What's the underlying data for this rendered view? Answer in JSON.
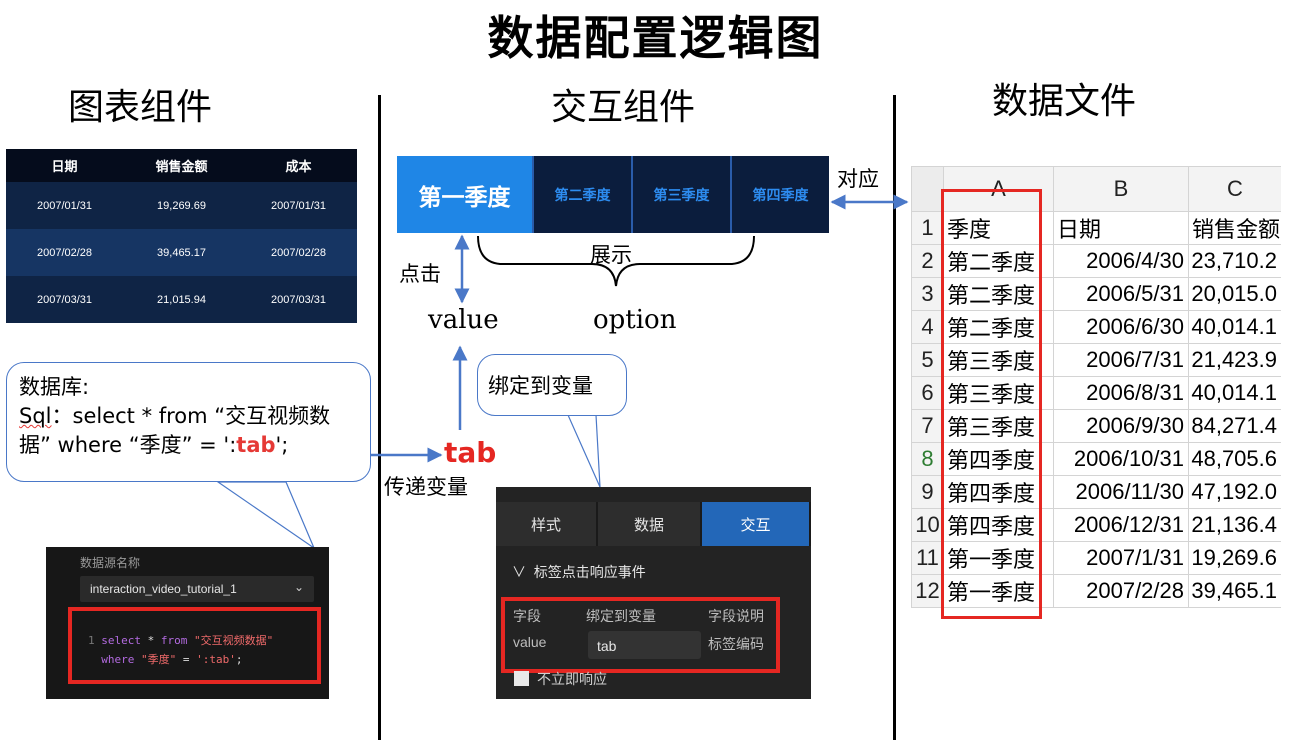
{
  "title": "数据配置逻辑图",
  "sections": {
    "chart": "图表组件",
    "interaction": "交互组件",
    "datafile": "数据文件"
  },
  "chart_table": {
    "headers": [
      "日期",
      "销售金额",
      "成本"
    ],
    "rows": [
      [
        "2007/01/31",
        "19,269.69",
        "2007/01/31"
      ],
      [
        "2007/02/28",
        "39,465.17",
        "2007/02/28"
      ],
      [
        "2007/03/31",
        "21,015.94",
        "2007/03/31"
      ]
    ]
  },
  "tabs": [
    {
      "label": "第一季度",
      "active": true
    },
    {
      "label": "第二季度",
      "active": false
    },
    {
      "label": "第三季度",
      "active": false
    },
    {
      "label": "第四季度",
      "active": false
    }
  ],
  "labels": {
    "correspond": "对应",
    "display": "展示",
    "click": "点击",
    "value": "value",
    "option": "option",
    "tab": "tab",
    "pass_var": "传递变量"
  },
  "callouts": {
    "db_line1": "数据库:",
    "db_sql_word": "Sql",
    "db_line2_rest": "：select * from “交互视频数",
    "db_line3_pre": "据” where “季度” =  ':",
    "db_line3_var": "tab",
    "db_line3_post": "';",
    "bind": "绑定到变量"
  },
  "sql_panel": {
    "label": "数据源名称",
    "source": "interaction_video_tutorial_1",
    "line_no": "1",
    "kw_select": "select",
    "star": "*",
    "kw_from": "from",
    "table": "\"交互视频数据\"",
    "kw_where": "where",
    "field": "\"季度\"",
    "eq": "=",
    "param": "':tab'",
    "end": ";"
  },
  "settings_panel": {
    "tabs": [
      "样式",
      "数据",
      "交互"
    ],
    "active_tab": "交互",
    "section": "标签点击响应事件",
    "col_field": "字段",
    "col_bind": "绑定到变量",
    "col_desc": "字段说明",
    "field_value": "value",
    "bind_value": "tab",
    "desc_value": "标签编码",
    "checkbox_label": "不立即响应"
  },
  "sheet": {
    "col_headers": [
      "A",
      "B",
      "C"
    ],
    "rows": [
      {
        "n": "1",
        "a": "季度",
        "b": "日期",
        "c": "销售金额"
      },
      {
        "n": "2",
        "a": "第二季度",
        "b": "2006/4/30",
        "c": "23,710.2"
      },
      {
        "n": "3",
        "a": "第二季度",
        "b": "2006/5/31",
        "c": "20,015.0"
      },
      {
        "n": "4",
        "a": "第二季度",
        "b": "2006/6/30",
        "c": "40,014.1"
      },
      {
        "n": "5",
        "a": "第三季度",
        "b": "2006/7/31",
        "c": "21,423.9"
      },
      {
        "n": "6",
        "a": "第三季度",
        "b": "2006/8/31",
        "c": "40,014.1"
      },
      {
        "n": "7",
        "a": "第三季度",
        "b": "2006/9/30",
        "c": "84,271.4"
      },
      {
        "n": "8",
        "a": "第四季度",
        "b": "2006/10/31",
        "c": "48,705.6"
      },
      {
        "n": "9",
        "a": "第四季度",
        "b": "2006/11/30",
        "c": "47,192.0"
      },
      {
        "n": "10",
        "a": "第四季度",
        "b": "2006/12/31",
        "c": "21,136.4"
      },
      {
        "n": "11",
        "a": "第一季度",
        "b": "2007/1/31",
        "c": "19,269.6"
      },
      {
        "n": "12",
        "a": "第一季度",
        "b": "2007/2/28",
        "c": "39,465.1"
      }
    ]
  },
  "colors": {
    "accent_red": "#e52722",
    "arrow_blue": "#4a78c8",
    "tab_active": "#1f86e6",
    "tab_inactive_bg": "#0b1d3d",
    "panel_active_tab": "#2367b8"
  }
}
